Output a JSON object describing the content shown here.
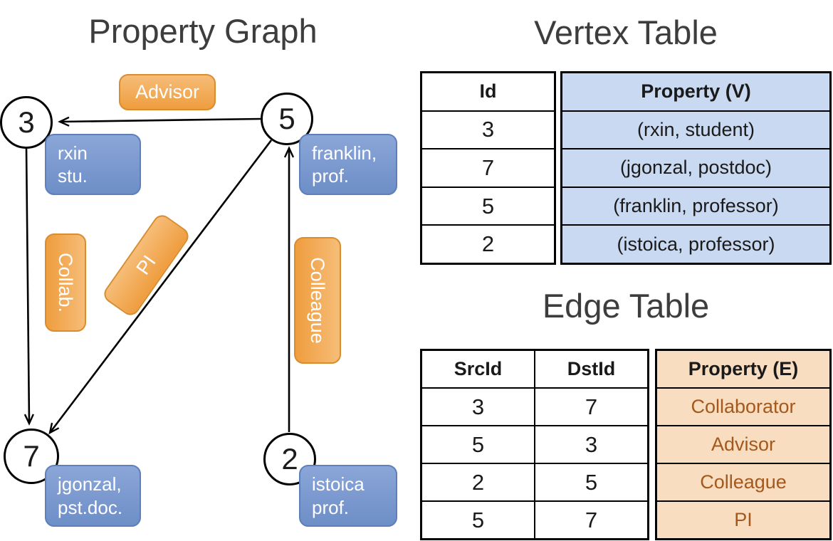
{
  "colors": {
    "vertex_box_fill": "#7191cb",
    "vertex_box_border": "#5d7fba",
    "edge_box_fill": "#f0a24a",
    "edge_box_border": "#d98d2f",
    "vertex_cell_bg": "#c9d9f1",
    "edge_cell_bg": "#f9ddc0",
    "edge_value_text": "#a5581b",
    "title_text": "#3d3d3d"
  },
  "graph": {
    "title": "Property Graph",
    "nodes": [
      {
        "id": "3"
      },
      {
        "id": "5"
      },
      {
        "id": "7"
      },
      {
        "id": "2"
      }
    ],
    "vertex_boxes": [
      {
        "line1": "rxin",
        "line2": "stu."
      },
      {
        "line1": "franklin,",
        "line2": "prof."
      },
      {
        "line1": "jgonzal,",
        "line2": "pst.doc."
      },
      {
        "line1": "istoica",
        "line2": "prof."
      }
    ],
    "edge_boxes": [
      {
        "label": "Advisor"
      },
      {
        "label": "Collab."
      },
      {
        "label": "PI"
      },
      {
        "label": "Colleague"
      }
    ]
  },
  "vertex_table": {
    "title": "Vertex Table",
    "headers": {
      "id": "Id",
      "property": "Property (V)"
    },
    "rows": [
      {
        "id": "3",
        "property": "(rxin, student)"
      },
      {
        "id": "7",
        "property": "(jgonzal, postdoc)"
      },
      {
        "id": "5",
        "property": "(franklin, professor)"
      },
      {
        "id": "2",
        "property": "(istoica, professor)"
      }
    ]
  },
  "edge_table": {
    "title": "Edge Table",
    "headers": {
      "src": "SrcId",
      "dst": "DstId",
      "property": "Property (E)"
    },
    "rows": [
      {
        "src": "3",
        "dst": "7",
        "property": "Collaborator"
      },
      {
        "src": "5",
        "dst": "3",
        "property": "Advisor"
      },
      {
        "src": "2",
        "dst": "5",
        "property": "Colleague"
      },
      {
        "src": "5",
        "dst": "7",
        "property": "PI"
      }
    ]
  }
}
